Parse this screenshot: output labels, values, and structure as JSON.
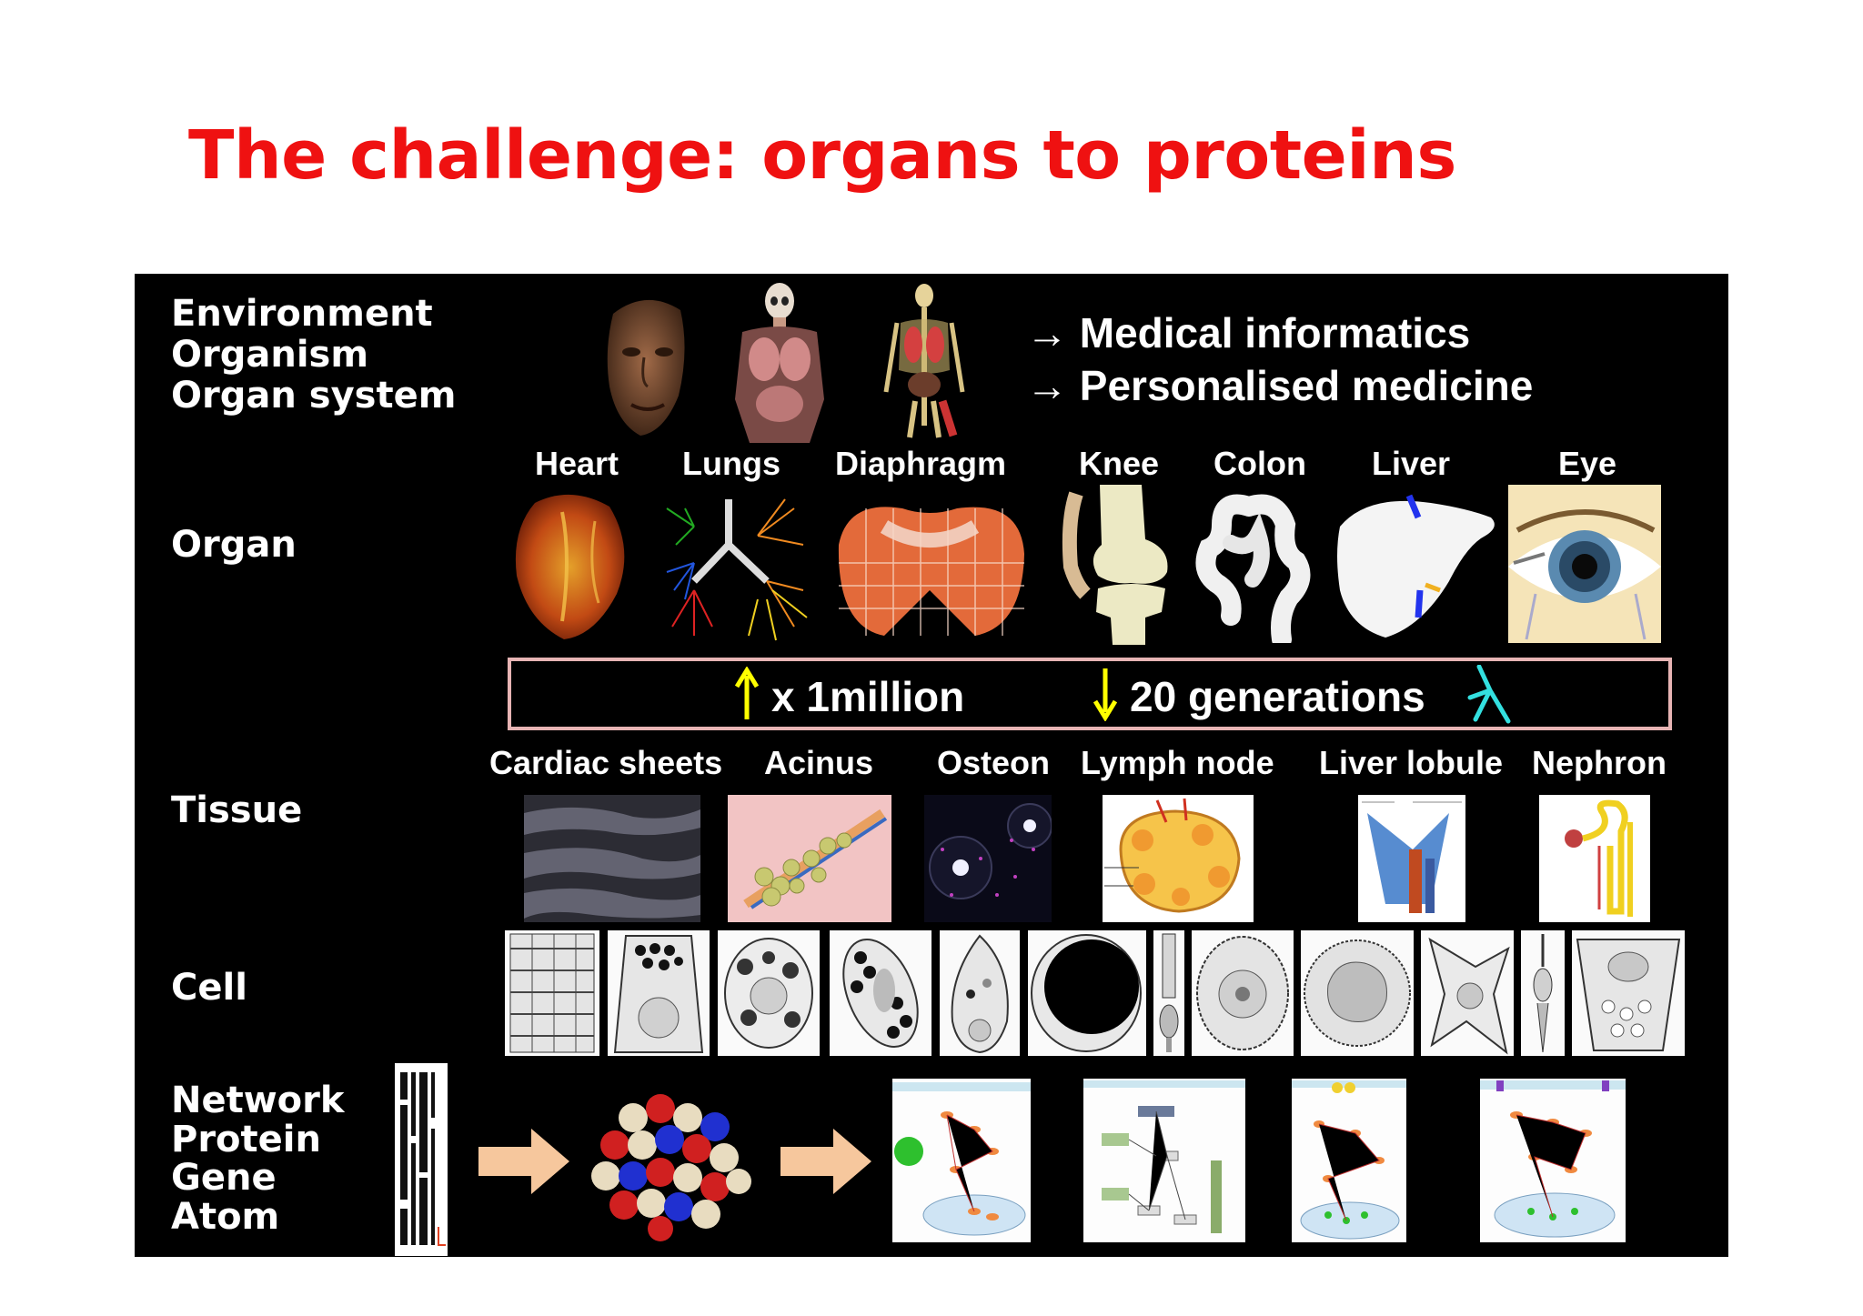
{
  "title": "The challenge: organs to proteins",
  "levels": {
    "env": "Environment",
    "organism": "Organism",
    "organ_system": "Organ system",
    "organ": "Organ",
    "tissue": "Tissue",
    "cell": "Cell",
    "network": "Network",
    "protein": "Protein",
    "gene": "Gene",
    "atom": "Atom"
  },
  "informatics": {
    "arrow": "→",
    "line1": "Medical informatics",
    "line2": "Personalised medicine"
  },
  "organs": [
    "Heart",
    "Lungs",
    "Diaphragm",
    "Knee",
    "Colon",
    "Liver",
    "Eye"
  ],
  "scale_banner": {
    "up_text": "x 1million",
    "down_text": "20 generations",
    "up_color": "#ffff00",
    "branch_color": "#33e0e0"
  },
  "tissues": [
    "Cardiac sheets",
    "Acinus",
    "Osteon",
    "Lymph node",
    "Liver lobule",
    "Nephron"
  ],
  "colors": {
    "title": "#ef1111",
    "panel": "#000000",
    "banner_border": "#e7b4b4",
    "flow_arrow": "#f6c79d"
  }
}
